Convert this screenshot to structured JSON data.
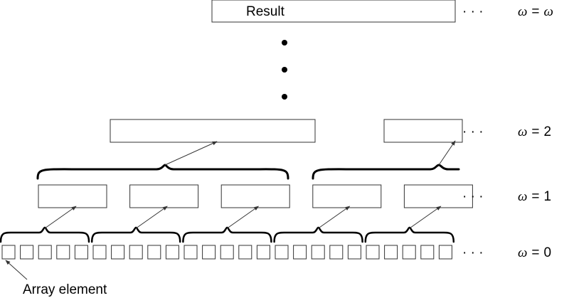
{
  "result_label": "Result",
  "array_element_label": "Array element",
  "levels": [
    {
      "symbol": "ω",
      "rhs": "0",
      "row_ellipsis": "· · ·"
    },
    {
      "symbol": "ω",
      "rhs": "1",
      "row_ellipsis": "· · ·"
    },
    {
      "symbol": "ω",
      "rhs": "2",
      "row_ellipsis": "· · ·"
    },
    {
      "symbol": "ω",
      "rhs": "ω",
      "row_ellipsis": "· · ·"
    }
  ],
  "equals": "=",
  "vertical_ellipsis_dots": 3,
  "level0_cell_count": 25,
  "level1_box_count": 5,
  "level2_box_count": 2
}
